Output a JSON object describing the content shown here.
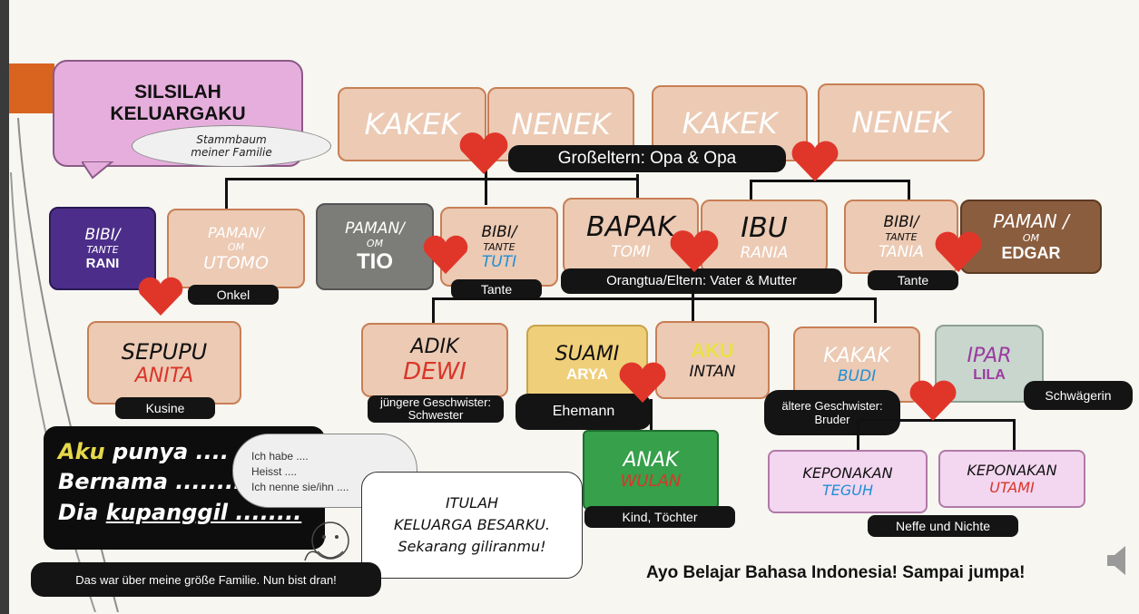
{
  "title": {
    "line1": "SILSILAH",
    "line2": "KELUARGAKU",
    "subtitle_line1": "Stammbaum",
    "subtitle_line2": "meiner Familie"
  },
  "grandparents": {
    "kakek1": "KAKEK",
    "nenek1": "NENEK",
    "kakek2": "KAKEK",
    "nenek2": "NENEK",
    "label": "Großeltern: Opa & Opa"
  },
  "parents_gen": {
    "bibi_rani": {
      "role": "BIBI/",
      "sub": "TANTE",
      "name": "RANI"
    },
    "paman_utomo": {
      "role": "PAMAN/",
      "sub": "OM",
      "name": "UTOMO",
      "label": "Onkel"
    },
    "paman_tio": {
      "role": "PAMAN/",
      "sub": "OM",
      "name": "TIO"
    },
    "bibi_tuti": {
      "role": "BIBI/",
      "sub": "TANTE",
      "name": "TUTI",
      "label": "Tante"
    },
    "bapak": {
      "role": "BAPAK",
      "name": "TOMI"
    },
    "ibu": {
      "role": "IBU",
      "name": "RANIA"
    },
    "parents_label": "Orangtua/Eltern: Vater & Mutter",
    "bibi_tania": {
      "role": "BIBI/",
      "sub": "TANTE",
      "name": "TANIA",
      "label": "Tante"
    },
    "paman_edgar": {
      "role": "PAMAN /",
      "sub": "OM",
      "name": "EDGAR"
    }
  },
  "my_gen": {
    "sepupu": {
      "role": "SEPUPU",
      "name": "ANITA",
      "label": "Kusine"
    },
    "adik": {
      "role": "ADIK",
      "name": "DEWI",
      "label": "jüngere Geschwister: Schwester"
    },
    "suami": {
      "role": "SUAMI",
      "name": "ARYA",
      "label": "Ehemann"
    },
    "aku": {
      "role": "AKU",
      "name": "INTAN"
    },
    "kakak": {
      "role": "KAKAK",
      "name": "BUDI",
      "label": "ältere Geschwister: Bruder"
    },
    "ipar": {
      "role": "IPAR",
      "name": "LILA",
      "label": "Schwägerin"
    }
  },
  "children": {
    "anak": {
      "role": "ANAK",
      "name": "WULAN",
      "label": "Kind, Töchter"
    },
    "keponakan1": {
      "role": "KEPONAKAN",
      "name": "TEGUH"
    },
    "keponakan2": {
      "role": "KEPONAKAN",
      "name": "UTAMI"
    },
    "keponakan_label": "Neffe und Nichte"
  },
  "practice": {
    "line1_a": "Aku",
    "line1_b": "punya ....",
    "line2": "Bernama ........",
    "line3_a": "Dia",
    "line3_b": "kupanggil ........",
    "german1": "Ich habe ....",
    "german2": "Heisst ....",
    "german3": "Ich nenne sie/ihn ....",
    "closing1": "ITULAH",
    "closing2": "KELUARGA BESARKU.",
    "closing3": "Sekarang giliranmu!",
    "footer_german": "Das war über meine größe Familie.  Nun bist dran!"
  },
  "farewell": "Ayo Belajar Bahasa Indonesia! Sampai jumpa!",
  "colors": {
    "heart": "#e0362a",
    "box_fill": "#eccab4",
    "box_border": "#c87f55"
  }
}
